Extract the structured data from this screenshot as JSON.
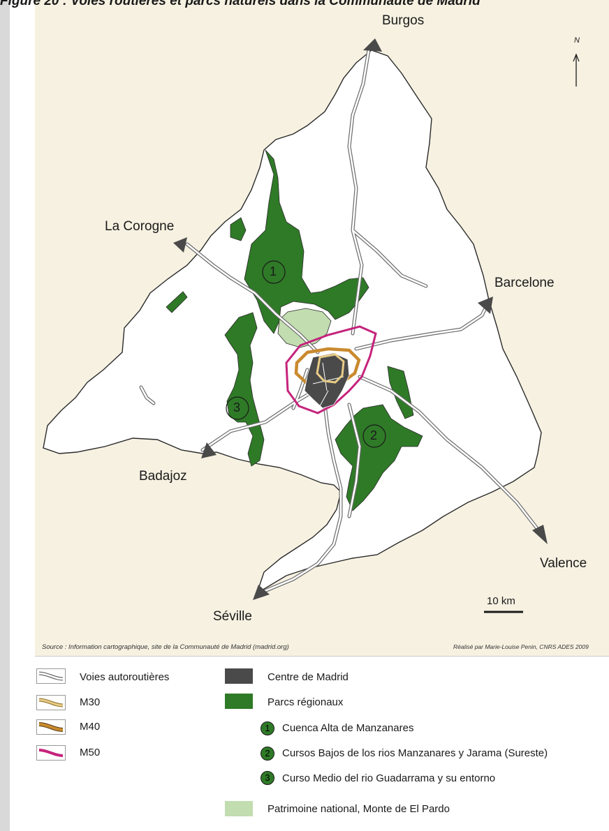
{
  "figure_title": "Figure 20 : Voies routières et parcs naturels dans la Communauté de Madrid",
  "north_label": "N",
  "scale_label": "10 km",
  "cities": {
    "burgos": "Burgos",
    "la_corogne": "La Corogne",
    "barcelone": "Barcelone",
    "badajoz": "Badajoz",
    "valence": "Valence",
    "seville": "Séville"
  },
  "park_numbers": [
    "1",
    "2",
    "3"
  ],
  "source_left": "Source : Information cartographique, site de la Communauté de Madrid (madrid.org)",
  "source_right": "Réalisé par Marie-Louise Penin, CNRS ADES 2009",
  "legend": {
    "roads": [
      {
        "label": "Voies autoroutières"
      },
      {
        "label": "M30"
      },
      {
        "label": "M40"
      },
      {
        "label": "M50"
      }
    ],
    "centre": "Centre de Madrid",
    "parcs": "Parcs régionaux",
    "parks": [
      {
        "num": "1",
        "label": "Cuenca Alta de Manzanares"
      },
      {
        "num": "2",
        "label": "Cursos Bajos de los rios Manzanares y Jarama (Sureste)"
      },
      {
        "num": "3",
        "label": "Curso Medio del rio Guadarrama y su entorno"
      }
    ],
    "patrimoine": "Patrimoine national, Monte de El Pardo"
  },
  "colors": {
    "park_green": "#2f7a27",
    "pardo_green": "#c2ddb0",
    "centre_grey": "#4a4a4a",
    "m30": "#e8cc86",
    "m40": "#c98a2e",
    "m50": "#c5237c",
    "background": "#f6f1e1"
  }
}
